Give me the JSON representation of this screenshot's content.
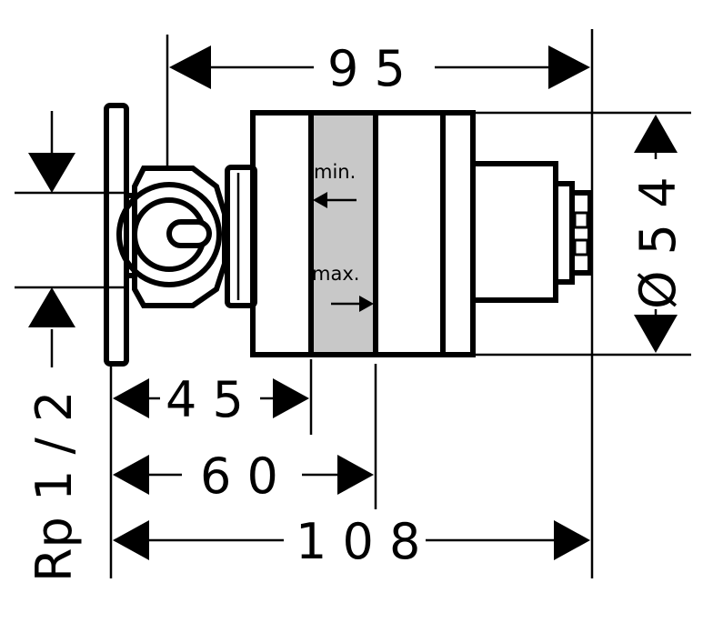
{
  "dimensions": {
    "width_95": "9 5",
    "diameter_54": "Ø 5 4",
    "depth_45": "4 5",
    "depth_60": "6 0",
    "depth_108": "1 0 8",
    "thread": "Rp 1 / 2"
  },
  "labels": {
    "min": "min.",
    "max": "max."
  },
  "colors": {
    "ink": "#000000",
    "setting_band": "#c8c8c8",
    "background": "#ffffff"
  }
}
